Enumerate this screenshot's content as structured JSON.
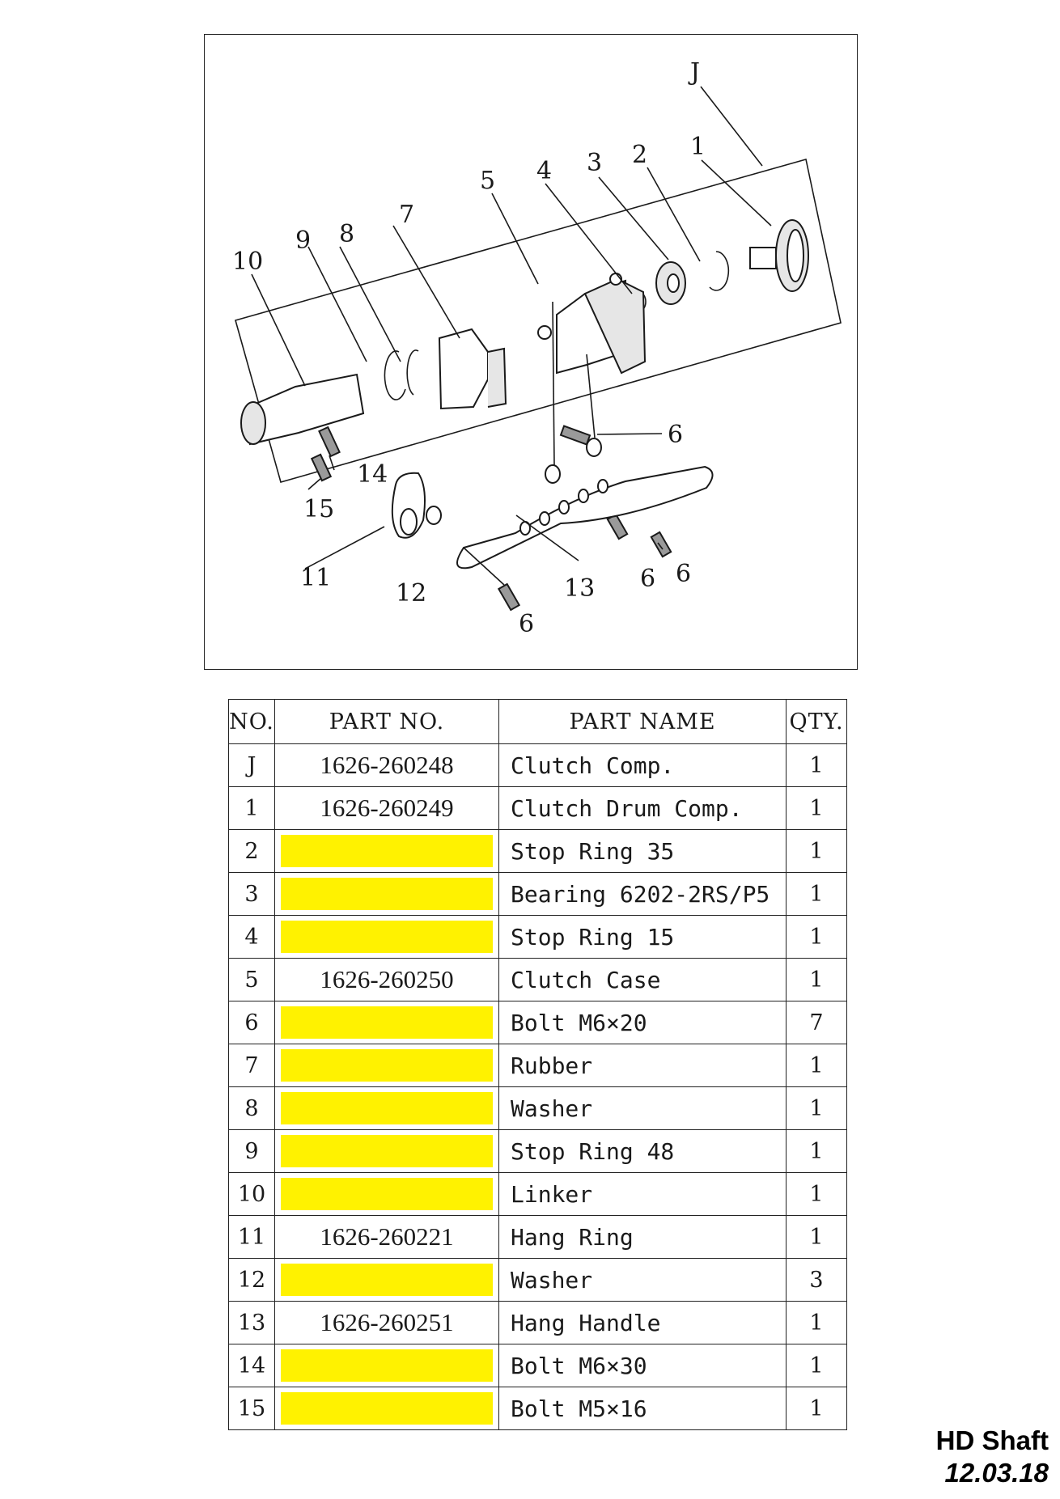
{
  "diagram": {
    "callouts": [
      "J",
      "1",
      "2",
      "3",
      "4",
      "5",
      "6",
      "7",
      "8",
      "9",
      "10",
      "11",
      "12",
      "13",
      "14",
      "15"
    ]
  },
  "table": {
    "headers": {
      "no": "NO.",
      "part_no": "PART NO.",
      "part_name": "PART NAME",
      "qty": "QTY."
    },
    "rows": [
      {
        "no": "J",
        "part_no": "1626-260248",
        "part_name": "Clutch Comp.",
        "qty": "1"
      },
      {
        "no": "1",
        "part_no": "1626-260249",
        "part_name": "Clutch Drum Comp.",
        "qty": "1"
      },
      {
        "no": "2",
        "part_no": "",
        "part_name": "Stop Ring 35",
        "qty": "1"
      },
      {
        "no": "3",
        "part_no": "",
        "part_name": "Bearing 6202-2RS/P5",
        "qty": "1"
      },
      {
        "no": "4",
        "part_no": "",
        "part_name": "Stop Ring 15",
        "qty": "1"
      },
      {
        "no": "5",
        "part_no": "1626-260250",
        "part_name": "Clutch Case",
        "qty": "1"
      },
      {
        "no": "6",
        "part_no": "",
        "part_name": "Bolt M6×20",
        "qty": "7"
      },
      {
        "no": "7",
        "part_no": "",
        "part_name": "Rubber",
        "qty": "1"
      },
      {
        "no": "8",
        "part_no": "",
        "part_name": "Washer",
        "qty": "1"
      },
      {
        "no": "9",
        "part_no": "",
        "part_name": "Stop Ring 48",
        "qty": "1"
      },
      {
        "no": "10",
        "part_no": "",
        "part_name": "Linker",
        "qty": "1"
      },
      {
        "no": "11",
        "part_no": "1626-260221",
        "part_name": "Hang Ring",
        "qty": "1"
      },
      {
        "no": "12",
        "part_no": "",
        "part_name": "Washer",
        "qty": "3"
      },
      {
        "no": "13",
        "part_no": "1626-260251",
        "part_name": "Hang Handle",
        "qty": "1"
      },
      {
        "no": "14",
        "part_no": "",
        "part_name": "Bolt M6×30",
        "qty": "1"
      },
      {
        "no": "15",
        "part_no": "",
        "part_name": "Bolt M5×16",
        "qty": "1"
      }
    ],
    "blank_part_no_color": "#fff200"
  },
  "footer": {
    "title": "HD Shaft",
    "date": "12.03.18"
  }
}
